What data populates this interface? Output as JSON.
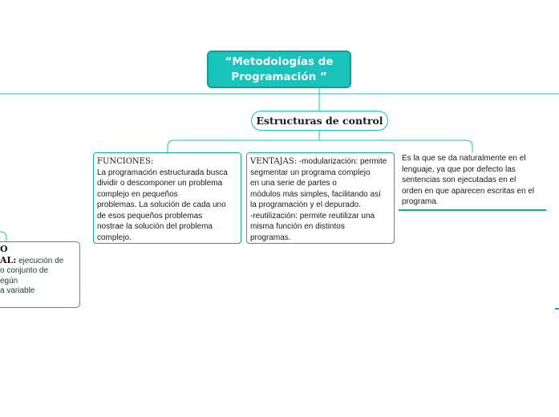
{
  "diagram": {
    "root": {
      "line1": "“Metodologías de",
      "line2": "Programación ”"
    },
    "subtopic": {
      "label": "Estructuras de control"
    },
    "funciones": {
      "heading": "FUNCIONES:",
      "body": "La programación estructurada busca\ndividir o descomponer un problema\ncomplejo en pequeños\nproblemas. La solución de cada uno\nde esos pequeños problemas\nnostrae la solución del problema\ncomplejo."
    },
    "ventajas": {
      "heading": "VENTAJAS:",
      "body": " -modularización: permite\nsegmentar un programa complejo\nen una serie de partes o\nmódulos más simples, facilitando así\nla programación y el depurado.\n-reutilización: permite reutilizar una\nmisma función en distintos\nprogramas."
    },
    "secuencial": {
      "body": "Es la que se da naturalmente en el\nlenguaje, ya que por defecto las\nsentencias son ejecutadas en el\norden en que aparecen escritas en el\nprograma."
    },
    "left_partial": {
      "title1": "O",
      "title2": "AL:",
      "rest1": " ejecución de",
      "rest2": " o conjunto de",
      "rest3": "egún",
      "rest4": "a variable"
    }
  }
}
